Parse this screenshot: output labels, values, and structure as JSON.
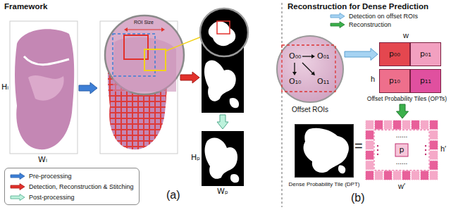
{
  "diagram": {
    "nodes": [
      {
        "text": [
          "O₀₀",
          "O₀₁",
          "O₁₀",
          "O₁₁"
        ]
      },
      {
        "text": [
          "w",
          "h",
          "Offset Probability Tiles (OPTs)"
        ]
      },
      {
        "text": [
          "p₀₀"
        ],
        "in": 1
      },
      {
        "text": [
          "p₀₁"
        ],
        "in": 1
      },
      {
        "text": [
          "p₁₀"
        ],
        "in": 1
      },
      {
        "text": [
          "p₁₁"
        ],
        "in": 1
      },
      {
        "text": [
          "Dense Probability Tile (DPT)"
        ]
      },
      {
        "text": [
          "......",
          "p",
          "......"
        ]
      }
    ],
    "edges": [
      {
        "from": 0,
        "to": 2,
        "arrow": "to"
      },
      {
        "from": 1,
        "to": 7,
        "arrow": "to"
      }
    ],
    "labels": [
      "Framework",
      "Hᵢ",
      "Wᵢ",
      "ROI Size",
      "Hₚ",
      "Wₚ",
      "(a)",
      "Reconstruction for Dense Prediction",
      "Offset ROIs",
      "=",
      "h′",
      "w′",
      "(b)"
    ],
    "legend": [
      {
        "text": "Pre-processing"
      },
      {
        "text": "Detection, Reconstruction & Stitching"
      },
      {
        "text": "Post-processing"
      },
      {
        "text": "Detection on offset ROIs"
      },
      {
        "text": "Reconstruction"
      }
    ]
  }
}
